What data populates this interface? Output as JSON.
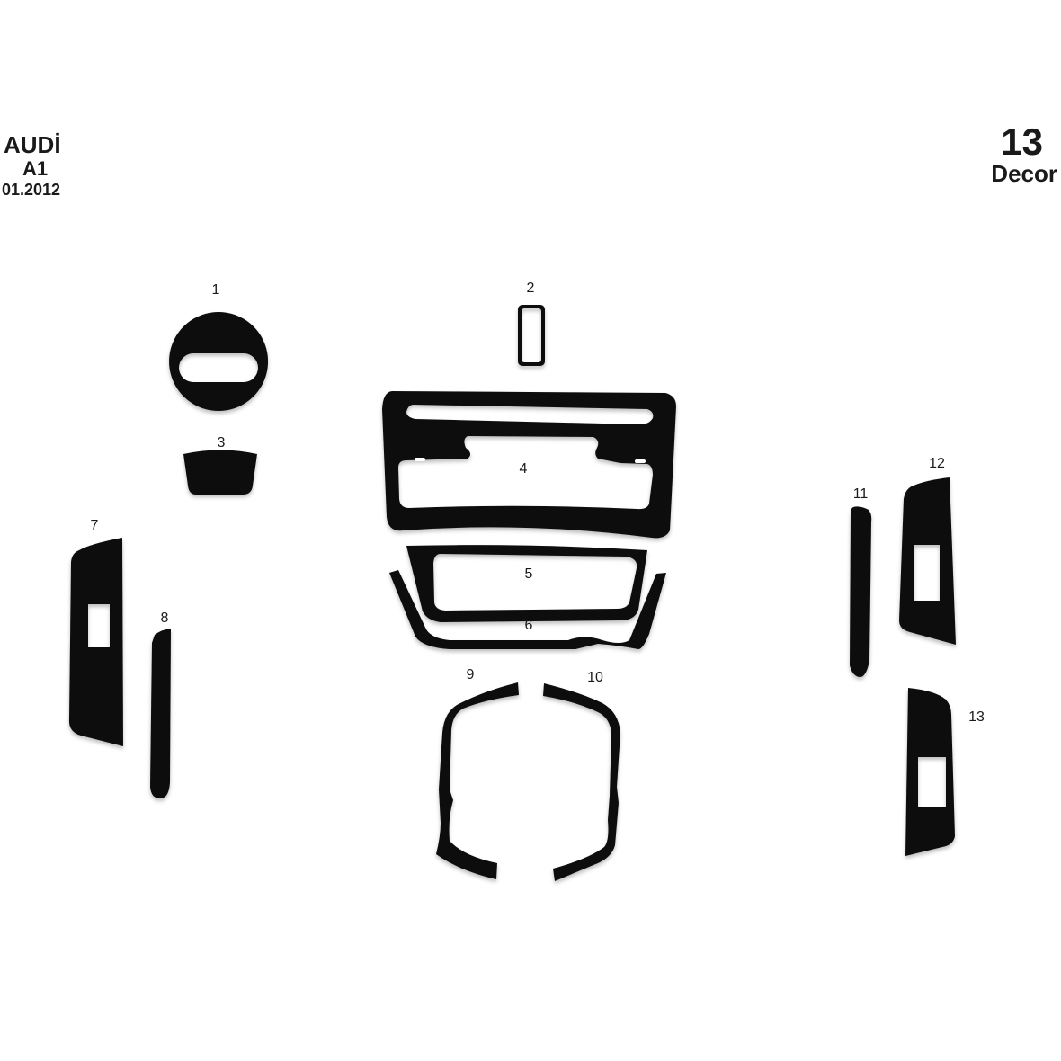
{
  "header": {
    "brand": "AUDİ",
    "model": "A1",
    "date": "01.2012",
    "piece_count": "13",
    "kit_type": "Decor"
  },
  "colors": {
    "part": "#0a0a0a",
    "background": "#ffffff",
    "text": "#1a1a1a"
  },
  "parts": [
    {
      "label": "1",
      "name": "steering-wheel-logo-ring"
    },
    {
      "label": "2",
      "name": "small-rectangular-frame"
    },
    {
      "label": "3",
      "name": "steering-lower-trim"
    },
    {
      "label": "4",
      "name": "center-console-vent-frame"
    },
    {
      "label": "5",
      "name": "radio-display-frame"
    },
    {
      "label": "6",
      "name": "lower-console-u-trim"
    },
    {
      "label": "7",
      "name": "front-left-window-switch-panel"
    },
    {
      "label": "8",
      "name": "left-door-strip"
    },
    {
      "label": "9",
      "name": "left-gear-surround-trim"
    },
    {
      "label": "10",
      "name": "right-gear-surround-trim"
    },
    {
      "label": "11",
      "name": "right-door-strip"
    },
    {
      "label": "12",
      "name": "front-right-window-switch-panel"
    },
    {
      "label": "13",
      "name": "rear-window-switch-panel"
    }
  ]
}
